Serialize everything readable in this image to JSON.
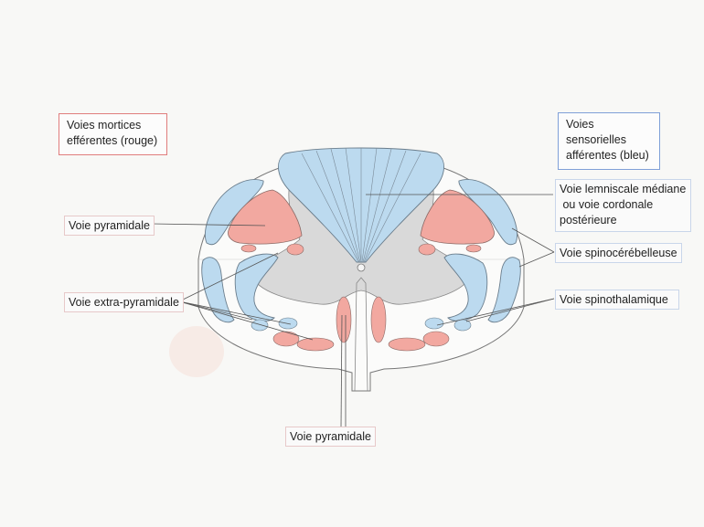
{
  "legend": {
    "motor_line1": "Voies mortices",
    "motor_line2": "efférentes (rouge)",
    "sensory_line1": "Voies sensorielles",
    "sensory_line2": "afférentes (bleu)"
  },
  "labels": {
    "pyramidal_left": "Voie pyramidale",
    "extra_pyramidal": "Voie extra-pyramidale",
    "pyramidal_bottom": "Voie pyramidale",
    "lemniscal_line1": "Voie lemniscale médiane",
    "lemniscal_line2": " ou voie cordonale",
    "lemniscal_line3": "postérieure",
    "spinocerebellar": "Voie spinocérébelleuse",
    "spinothalamic": "Voie spinothalamique"
  },
  "colors": {
    "motor": "#f2a8a0",
    "sensory": "#bcdaef",
    "grey_matter": "#d6d6d6",
    "outline": "#6a6a6a"
  }
}
